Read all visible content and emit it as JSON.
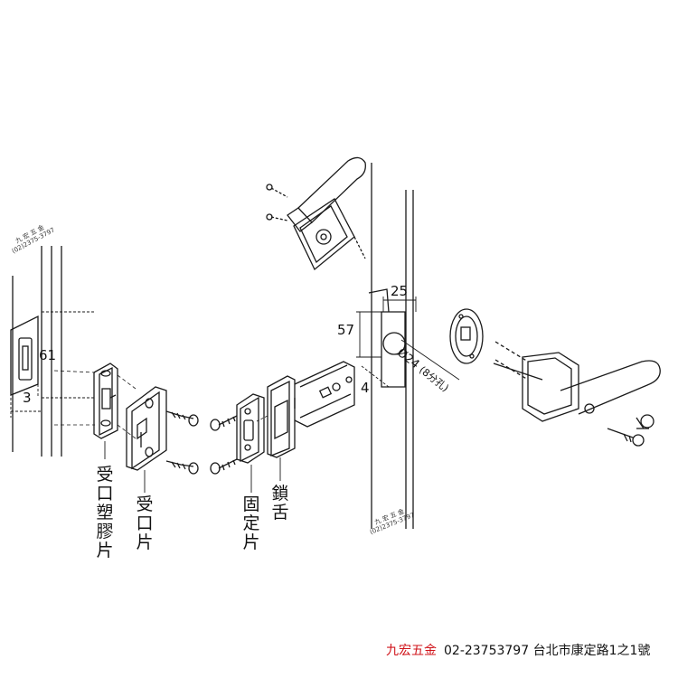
{
  "labels": {
    "strike_plastic": "受口塑膠片",
    "strike_plate": "受口片",
    "latch_plate": "固定片",
    "latch_bolt": "鎖舌"
  },
  "dimensions": {
    "d61": "61",
    "d3": "3",
    "d25": "25",
    "d57": "57",
    "d4": "4",
    "d24": "Ø24",
    "d24_note": "(8分孔)"
  },
  "stamps": {
    "name": "九 宏 五 金",
    "phone": "(02)2375-3797"
  },
  "footer": {
    "brand": "九宏五金",
    "info": "02-23753797  台北市康定路1之1號"
  },
  "colors": {
    "brand": "#d0141b",
    "line": "#1a1a1a"
  }
}
